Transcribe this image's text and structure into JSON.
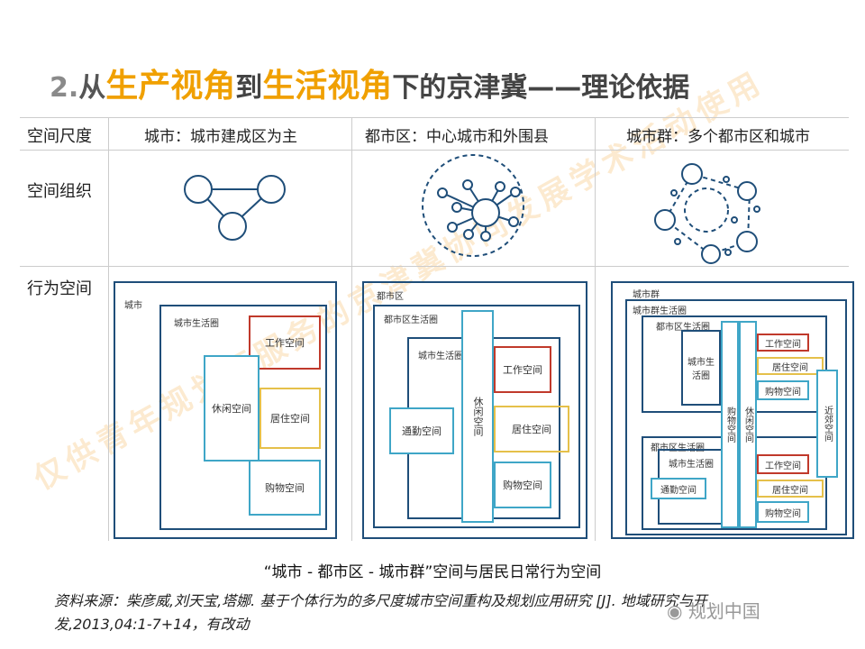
{
  "title": {
    "num": "2.",
    "p1": "从",
    "p2": "生产视角",
    "p3": "到",
    "p4": "生活视角",
    "p5": "下的京津冀——理论依据"
  },
  "table": {
    "rows": [
      "空间尺度",
      "空间组织",
      "行为空间"
    ],
    "scales": [
      "城市：城市建成区为主",
      "都市区：中心城市和外围县",
      "城市群：多个都市区和城市"
    ]
  },
  "panel1": {
    "outer": "城市",
    "circle": "城市生活圈",
    "work": "工作空间",
    "leisure": "休闲空间",
    "living": "居住空间",
    "shop": "购物空间"
  },
  "panel2": {
    "outer": "都市区",
    "metro": "都市区生活圈",
    "city": "城市生活圈",
    "commute": "通勤空间",
    "leisure": "休闲空间",
    "work": "工作空间",
    "living": "居住空间",
    "shop": "购物空间"
  },
  "panel3": {
    "outer": "城市群",
    "region": "城市群生活圈",
    "metroA": "都市区生活圈",
    "cityA": "城市生活圈",
    "shopCol": "购物空间",
    "leisureCol": "休闲空间",
    "workA": "工作空间",
    "livingA": "居住空间",
    "shopA": "购物空间",
    "daytrip": "近郊空间",
    "metroB": "都市区生活圈",
    "cityB": "城市生活圈",
    "commuteB": "通勤空间",
    "workB": "工作空间",
    "livingB": "居住空间",
    "shopB": "购物空间"
  },
  "caption": "“城市 - 都市区 - 城市群”空间与居民日常行为空间",
  "source": "资料来源：柴彦威,刘天宝,塔娜. 基于个体行为的多尺度城市空间重构及规划应用研究 [J]. 地域研究与开发,2013,04:1-7+14，有改动",
  "watermark_logo": "规划中国",
  "diagonal_watermark": "仅供青年规划师服务的京津冀协同发展学术活动使用",
  "colors": {
    "accent": "#f0a000",
    "navy": "#1f4e79",
    "teal": "#3fa6c7",
    "red": "#c0392b",
    "yellow": "#e5c04a"
  }
}
